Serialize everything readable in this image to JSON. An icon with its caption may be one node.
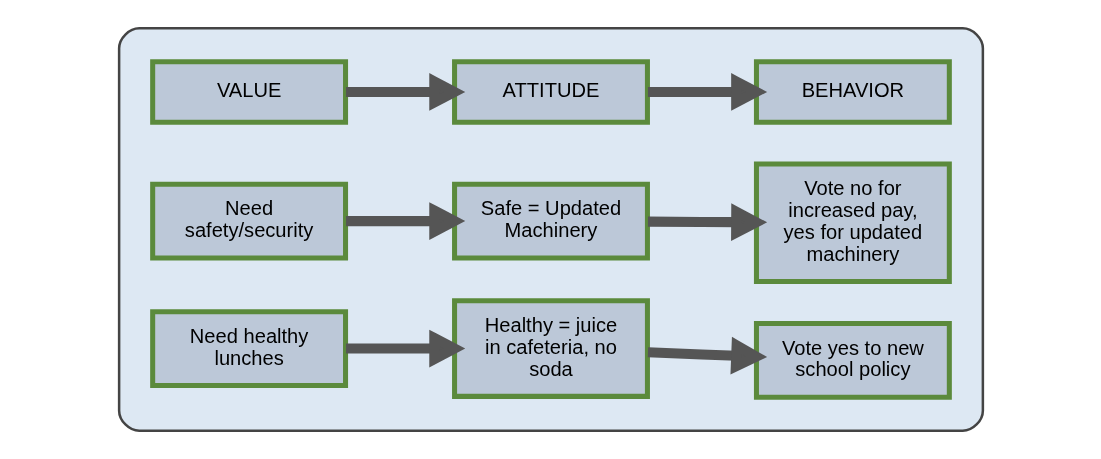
{
  "diagram": {
    "nodes": [
      {
        "text": [],
        "shape": "box"
      },
      {
        "text": [
          "VALUE"
        ],
        "in": 0
      },
      {
        "text": [
          "ATTITUDE"
        ],
        "in": 0
      },
      {
        "text": [
          "BEHAVIOR"
        ],
        "in": 0
      },
      {
        "text": [
          "Need safety/security"
        ],
        "in": 0
      },
      {
        "text": [
          "Safe = Updated Machinery"
        ],
        "in": 0
      },
      {
        "text": [
          "Vote no for increased pay, yes for updated machinery"
        ],
        "in": 0
      },
      {
        "text": [
          "Need healthy lunches"
        ],
        "in": 0
      },
      {
        "text": [
          "Healthy = juice in cafeteria, no soda"
        ],
        "in": 0
      },
      {
        "text": [
          "Vote yes to new school policy"
        ],
        "in": 0
      }
    ],
    "edges": [
      {
        "from": 1,
        "to": 2,
        "arrow": "to"
      },
      {
        "from": 2,
        "to": 3,
        "arrow": "to"
      },
      {
        "from": 4,
        "to": 5,
        "arrow": "to"
      },
      {
        "from": 5,
        "to": 6,
        "arrow": "to"
      },
      {
        "from": 7,
        "to": 8,
        "arrow": "to"
      },
      {
        "from": 8,
        "to": 9,
        "arrow": "to"
      }
    ]
  }
}
